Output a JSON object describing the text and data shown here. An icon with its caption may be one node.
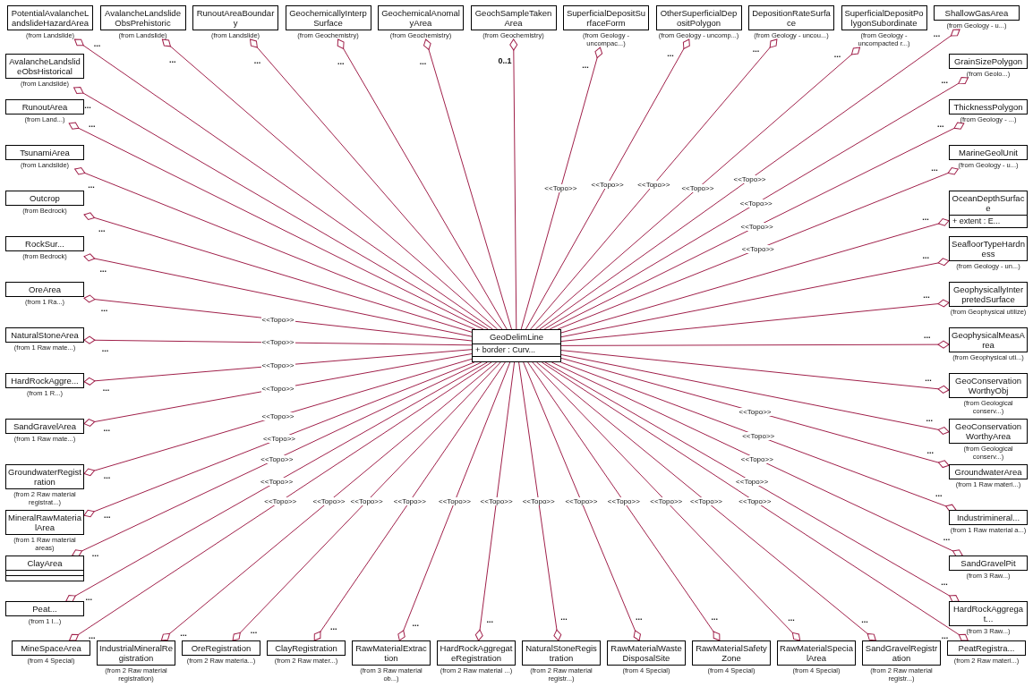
{
  "diagram": {
    "nodes": [
      {
        "text": [
          "GeoDelimLine",
          "+ border : Curv..."
        ]
      },
      {
        "text": [
          "PotentialAvalancheLandslideHazardArea"
        ],
        "beside": [
          "(from Landslide)"
        ]
      },
      {
        "text": [
          "AvalancheLandslideObsPrehistoric"
        ],
        "beside": [
          "(from Landslide)"
        ]
      },
      {
        "text": [
          "RunoutAreaBoundary"
        ],
        "beside": [
          "(from Landslide)"
        ]
      },
      {
        "text": [
          "GeochemicallyInterpSurface"
        ],
        "beside": [
          "(from Geochemistry)"
        ]
      },
      {
        "text": [
          "GeochemicalAnomalyArea"
        ],
        "beside": [
          "(from Geochemistry)"
        ]
      },
      {
        "text": [
          "GeochSampleTakenArea"
        ],
        "beside": [
          "(from Geochemistry)"
        ]
      },
      {
        "text": [
          "SuperficialDepositSurfaceForm"
        ],
        "beside": [
          "(from Geology - uncompac...)"
        ]
      },
      {
        "text": [
          "OtherSuperficialDepositPolygon"
        ],
        "beside": [
          "(from Geology - uncomp...)"
        ]
      },
      {
        "text": [
          "DepositionRateSurface"
        ],
        "beside": [
          "(from Geology - uncou...)"
        ]
      },
      {
        "text": [
          "SuperficialDepositPolygonSubordinate"
        ],
        "beside": [
          "(from Geology - uncompacted r...)"
        ]
      },
      {
        "text": [
          "ShallowGasArea"
        ],
        "beside": [
          "(from Geology - u...)"
        ]
      },
      {
        "text": [
          "GrainSizePolygon"
        ],
        "beside": [
          "(from Geolo...)"
        ]
      },
      {
        "text": [
          "ThicknessPolygon"
        ],
        "beside": [
          "(from Geology - ...)"
        ]
      },
      {
        "text": [
          "MarineGeolUnit"
        ],
        "beside": [
          "(from Geology - u...)"
        ]
      },
      {
        "text": [
          "OceanDepthSurface",
          "+ extent : E..."
        ]
      },
      {
        "text": [
          "SeafloorTypeHardness"
        ],
        "beside": [
          "(from Geology - un...)"
        ]
      },
      {
        "text": [
          "GeophysicallyInterpretedSurface"
        ],
        "beside": [
          "(from Geophysical utilize)"
        ]
      },
      {
        "text": [
          "GeophysicalMeasArea"
        ],
        "beside": [
          "(from Geophysical uti...)"
        ]
      },
      {
        "text": [
          "GeoConservationWorthyObj"
        ],
        "beside": [
          "(from Geological conserv...)"
        ]
      },
      {
        "text": [
          "GeoConservationWorthyArea"
        ],
        "beside": [
          "(from Geological conserv...)"
        ]
      },
      {
        "text": [
          "GroundwaterArea"
        ],
        "beside": [
          "(from 1 Raw materi...)"
        ]
      },
      {
        "text": [
          "Industrimineral..."
        ],
        "beside": [
          "(from 1 Raw material a...)"
        ]
      },
      {
        "text": [
          "SandGravelPit"
        ],
        "beside": [
          "(from 3 Raw...)"
        ]
      },
      {
        "text": [
          "HardRockAggregat..."
        ],
        "beside": [
          "(from 3 Raw...)"
        ]
      },
      {
        "text": [
          "PeatRegistra..."
        ],
        "beside": [
          "(from 2 Raw materi...)"
        ]
      },
      {
        "text": [
          "SandGravelRegistration"
        ],
        "beside": [
          "(from 2 Raw material registr...)"
        ]
      },
      {
        "text": [
          "RawMaterialSpecialArea"
        ],
        "beside": [
          "(from 4 Special)"
        ]
      },
      {
        "text": [
          "RawMaterialSafetyZone"
        ],
        "beside": [
          "(from 4 Special)"
        ]
      },
      {
        "text": [
          "RawMaterialWasteDisposalSite"
        ],
        "beside": [
          "(from 4 Special)"
        ]
      },
      {
        "text": [
          "NaturalStoneRegistration"
        ],
        "beside": [
          "(from 2 Raw material registr...)"
        ]
      },
      {
        "text": [
          "HardRockAggregateRegistration"
        ],
        "beside": [
          "(from 2 Raw material ...)"
        ]
      },
      {
        "text": [
          "RawMaterialExtraction"
        ],
        "beside": [
          "(from 3 Raw material ob...)"
        ]
      },
      {
        "text": [
          "ClayRegistration"
        ],
        "beside": [
          "(from 2 Raw mater...)"
        ]
      },
      {
        "text": [
          "OreRegistration"
        ],
        "beside": [
          "(from 2 Raw materia...)"
        ]
      },
      {
        "text": [
          "IndustrialMineralRegistration"
        ],
        "beside": [
          "(from 2 Raw material registration)"
        ]
      },
      {
        "text": [
          "MineSpaceArea"
        ],
        "beside": [
          "(from 4 Special)"
        ]
      },
      {
        "text": [
          "Peat..."
        ],
        "beside": [
          "(from 1 I...)"
        ]
      },
      {
        "text": [
          "ClayArea"
        ]
      },
      {
        "text": [
          "MineralRawMaterialArea"
        ],
        "beside": [
          "(from 1 Raw material areas)"
        ]
      },
      {
        "text": [
          "GroundwaterRegistration"
        ],
        "beside": [
          "(from 2 Raw material registrat...)"
        ]
      },
      {
        "text": [
          "SandGravelArea"
        ],
        "beside": [
          "(from 1 Raw mate...)"
        ]
      },
      {
        "text": [
          "HardRockAggre..."
        ],
        "beside": [
          "(from 1 R...)"
        ]
      },
      {
        "text": [
          "NaturalStoneArea"
        ],
        "beside": [
          "(from 1 Raw mate...)"
        ]
      },
      {
        "text": [
          "OreArea"
        ],
        "beside": [
          "(from 1 Ra...)"
        ]
      },
      {
        "text": [
          "RockSur..."
        ],
        "beside": [
          "(from Bedrock)"
        ]
      },
      {
        "text": [
          "Outcrop"
        ],
        "beside": [
          "(from Bedrock)"
        ]
      },
      {
        "text": [
          "TsunamiArea"
        ],
        "beside": [
          "(from Landslide)"
        ]
      },
      {
        "text": [
          "RunoutArea"
        ],
        "beside": [
          "(from Land...)"
        ]
      },
      {
        "text": [
          "AvalancheLandslideObsHistorical"
        ],
        "beside": [
          "(from Landslide)"
        ]
      }
    ],
    "edges": [
      {
        "from": 1,
        "to": 0,
        "arrow": "other"
      },
      {
        "from": 2,
        "to": 0,
        "arrow": "other"
      },
      {
        "from": 3,
        "to": 0,
        "arrow": "other"
      },
      {
        "from": 4,
        "to": 0,
        "arrow": "other"
      },
      {
        "from": 5,
        "to": 0,
        "arrow": "other"
      },
      {
        "from": 6,
        "to": 0,
        "arrow": "other"
      },
      {
        "from": 7,
        "to": 0,
        "arrow": "other",
        "label": "<<Topo>>"
      },
      {
        "from": 8,
        "to": 0,
        "arrow": "other",
        "label": "<<Topo>>"
      },
      {
        "from": 9,
        "to": 0,
        "arrow": "other",
        "label": "<<Topo>>"
      },
      {
        "from": 10,
        "to": 0,
        "arrow": "other",
        "label": "<<Topo>>"
      },
      {
        "from": 11,
        "to": 0,
        "arrow": "other",
        "label": "<<Topo>>"
      },
      {
        "from": 12,
        "to": 0,
        "arrow": "other",
        "label": "<<Topo>>"
      },
      {
        "from": 13,
        "to": 0,
        "arrow": "other",
        "label": "<<Topo>>"
      },
      {
        "from": 14,
        "to": 0,
        "arrow": "other",
        "label": "<<Topo>>"
      },
      {
        "from": 15,
        "to": 0,
        "arrow": "other"
      },
      {
        "from": 16,
        "to": 0,
        "arrow": "other"
      },
      {
        "from": 17,
        "to": 0,
        "arrow": "other"
      },
      {
        "from": 18,
        "to": 0,
        "arrow": "other"
      },
      {
        "from": 19,
        "to": 0,
        "arrow": "other"
      },
      {
        "from": 20,
        "to": 0,
        "arrow": "other"
      },
      {
        "from": 21,
        "to": 0,
        "arrow": "other",
        "label": "<<Topo>>"
      },
      {
        "from": 22,
        "to": 0,
        "arrow": "other",
        "label": "<<Topo>>"
      },
      {
        "from": 23,
        "to": 0,
        "arrow": "other",
        "label": "<<Topo>>"
      },
      {
        "from": 24,
        "to": 0,
        "arrow": "other",
        "label": "<<Topo>>"
      },
      {
        "from": 25,
        "to": 0,
        "arrow": "other",
        "label": "<<Topo>>"
      },
      {
        "from": 26,
        "to": 0,
        "arrow": "other",
        "label": "<<Topo>>"
      },
      {
        "from": 27,
        "to": 0,
        "arrow": "other",
        "label": "<<Topo>>"
      },
      {
        "from": 28,
        "to": 0,
        "arrow": "other",
        "label": "<<Topo>>"
      },
      {
        "from": 29,
        "to": 0,
        "arrow": "other",
        "label": "<<Topo>>"
      },
      {
        "from": 30,
        "to": 0,
        "arrow": "other",
        "label": "<<Topo>>"
      },
      {
        "from": 31,
        "to": 0,
        "arrow": "other",
        "label": "<<Topo>>"
      },
      {
        "from": 32,
        "to": 0,
        "arrow": "other",
        "label": "<<Topo>>"
      },
      {
        "from": 33,
        "to": 0,
        "arrow": "other",
        "label": "<<Topo>>"
      },
      {
        "from": 34,
        "to": 0,
        "arrow": "other",
        "label": "<<Topo>>"
      },
      {
        "from": 35,
        "to": 0,
        "arrow": "other",
        "label": "<<Topo>>"
      },
      {
        "from": 36,
        "to": 0,
        "arrow": "other",
        "label": "<<Topo>>"
      },
      {
        "from": 37,
        "to": 0,
        "arrow": "other",
        "label": "<<Topo>>"
      },
      {
        "from": 38,
        "to": 0,
        "arrow": "other",
        "label": "<<Topo>>"
      },
      {
        "from": 39,
        "to": 0,
        "arrow": "other",
        "label": "<<Topo>>"
      },
      {
        "from": 40,
        "to": 0,
        "arrow": "other",
        "label": "<<Topo>>"
      },
      {
        "from": 41,
        "to": 0,
        "arrow": "other",
        "label": "<<Topo>>"
      },
      {
        "from": 42,
        "to": 0,
        "arrow": "other",
        "label": "<<Topo>>"
      },
      {
        "from": 43,
        "to": 0,
        "arrow": "other",
        "label": "<<Topo>>"
      },
      {
        "from": 44,
        "to": 0,
        "arrow": "other",
        "label": "<<Topo>>"
      },
      {
        "from": 45,
        "to": 0,
        "arrow": "other"
      },
      {
        "from": 46,
        "to": 0,
        "arrow": "other"
      },
      {
        "from": 47,
        "to": 0,
        "arrow": "other"
      },
      {
        "from": 48,
        "to": 0,
        "arrow": "other"
      },
      {
        "from": 49,
        "to": 0,
        "arrow": "other"
      }
    ],
    "labels": [
      "...",
      "...",
      "...",
      "...",
      "...",
      "0..1",
      "...",
      "...",
      "...",
      "...",
      "...",
      "...",
      "...",
      "...",
      "...",
      "...",
      "...",
      "...",
      "...",
      "...",
      "...",
      "...",
      "...",
      "...",
      "...",
      "...",
      "...",
      "...",
      "...",
      "...",
      "...",
      "...",
      "...",
      "...",
      "...",
      "...",
      "...",
      "...",
      "...",
      "...",
      "...",
      "...",
      "...",
      "...",
      "...",
      "...",
      "...",
      "...",
      "..."
    ]
  }
}
